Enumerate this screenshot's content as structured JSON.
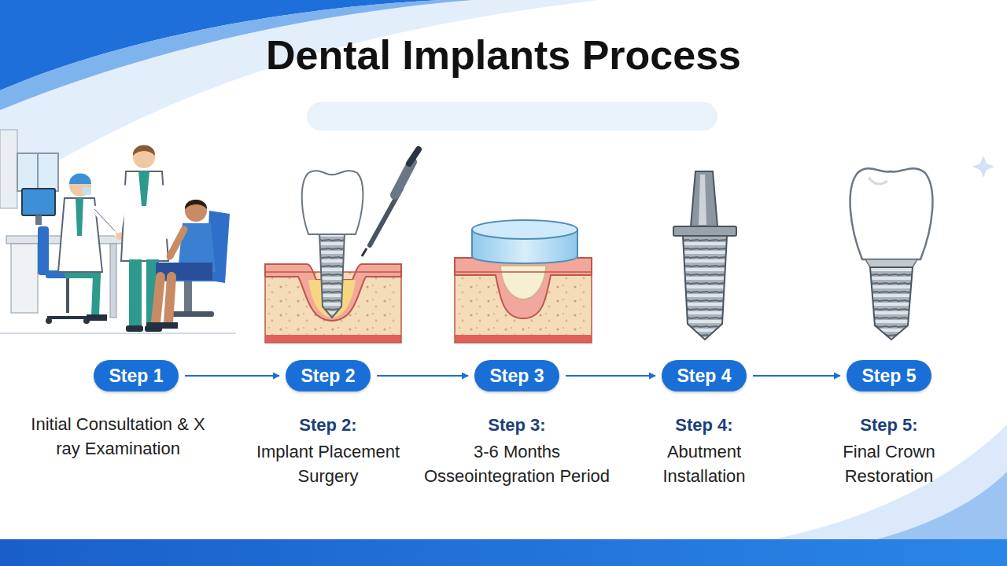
{
  "diagram": {
    "title": "Dental Implants Process",
    "nodes": [
      {
        "text": [
          "Step 1"
        ]
      },
      {
        "text": [
          "Step 2"
        ]
      },
      {
        "text": [
          "Step 3"
        ]
      },
      {
        "text": [
          "Step 4"
        ]
      },
      {
        "text": [
          "Step 5"
        ]
      }
    ],
    "edges": [
      {
        "from": 0,
        "to": 1,
        "arrow": "to"
      },
      {
        "from": 1,
        "to": 2,
        "arrow": "to"
      },
      {
        "from": 2,
        "to": 3,
        "arrow": "to"
      },
      {
        "from": 3,
        "to": 4,
        "arrow": "to"
      }
    ],
    "labels": [
      "Initial Consultation & X ray Examination",
      "Step 2:",
      "Implant Placement Surgery",
      "Step 3:",
      "3-6 Months Osseointegration Period",
      "Step 4:",
      "Abutment Installation",
      "Step 5:",
      "Final Crown Restoration"
    ]
  }
}
